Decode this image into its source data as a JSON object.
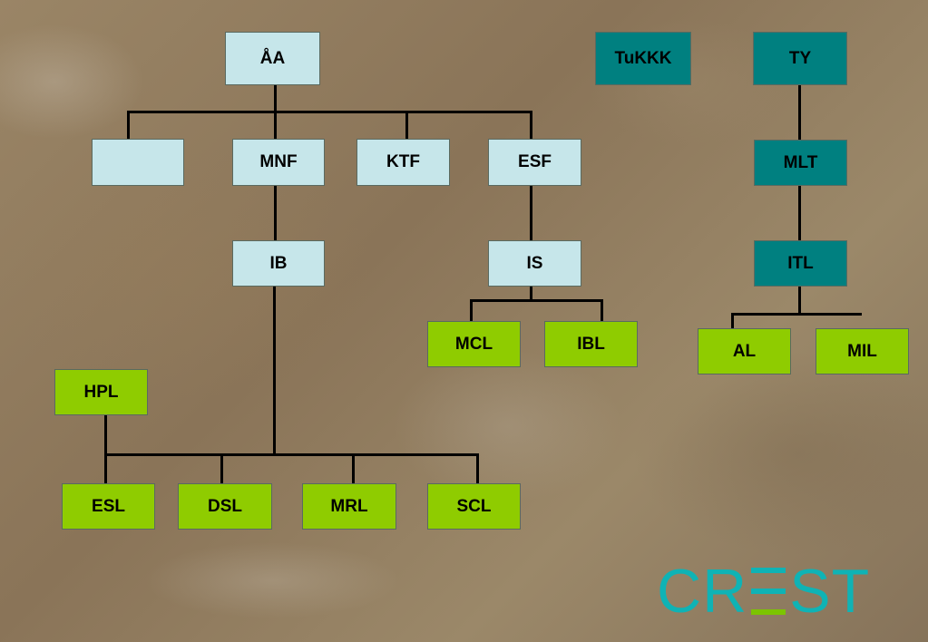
{
  "nodes": {
    "aa": "ÅA",
    "tukkk": "TuKKK",
    "ty": "TY",
    "blank": "",
    "mnf": "MNF",
    "ktf": "KTF",
    "esf": "ESF",
    "mlt": "MLT",
    "ib": "IB",
    "is": "IS",
    "itl": "ITL",
    "mcl": "MCL",
    "ibl": "IBL",
    "al": "AL",
    "mil": "MIL",
    "hpl": "HPL",
    "esl": "ESL",
    "dsl": "DSL",
    "mrl": "MRL",
    "scl": "SCL"
  },
  "logo": {
    "pre": "CR",
    "post": "ST"
  },
  "colors": {
    "light_node": "#c6e6ea",
    "teal_node": "#008080",
    "green_node": "#8fcc00",
    "logo_teal": "#0fb3b5",
    "logo_green": "#7cc400"
  }
}
